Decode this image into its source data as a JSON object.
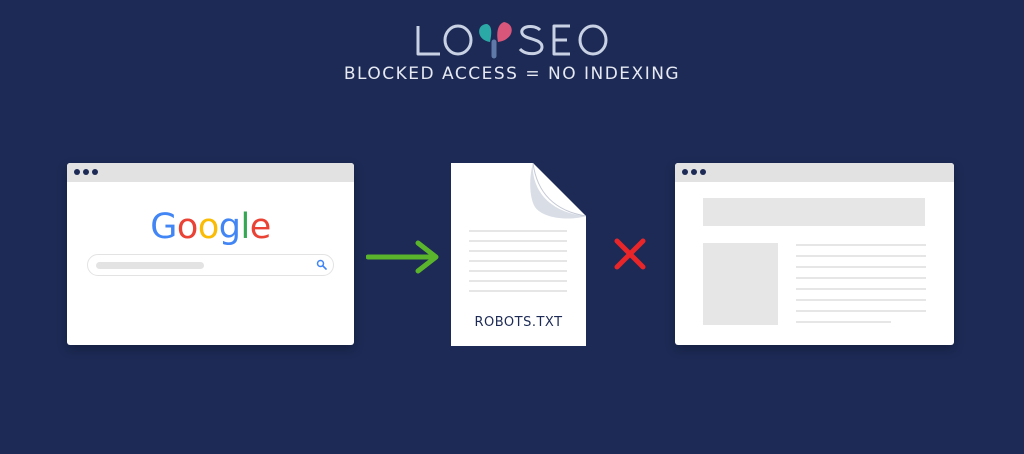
{
  "colors": {
    "background": "#1c2a55",
    "arrow": "#5ab42c",
    "cross": "#e8262a",
    "logo_blue": "#5f7aa8",
    "logo_teal": "#2ba9a6",
    "logo_pink": "#d9567b"
  },
  "header": {
    "logo_text": "LOYSEO",
    "subtitle": "BLOCKED ACCESS = NO INDEXING"
  },
  "left_window": {
    "brand": "Google",
    "icon": "search-icon"
  },
  "document": {
    "label": "ROBOTS.TXT"
  },
  "connector": {
    "arrow_icon": "arrow-right-icon",
    "cross_icon": "cross-icon"
  }
}
